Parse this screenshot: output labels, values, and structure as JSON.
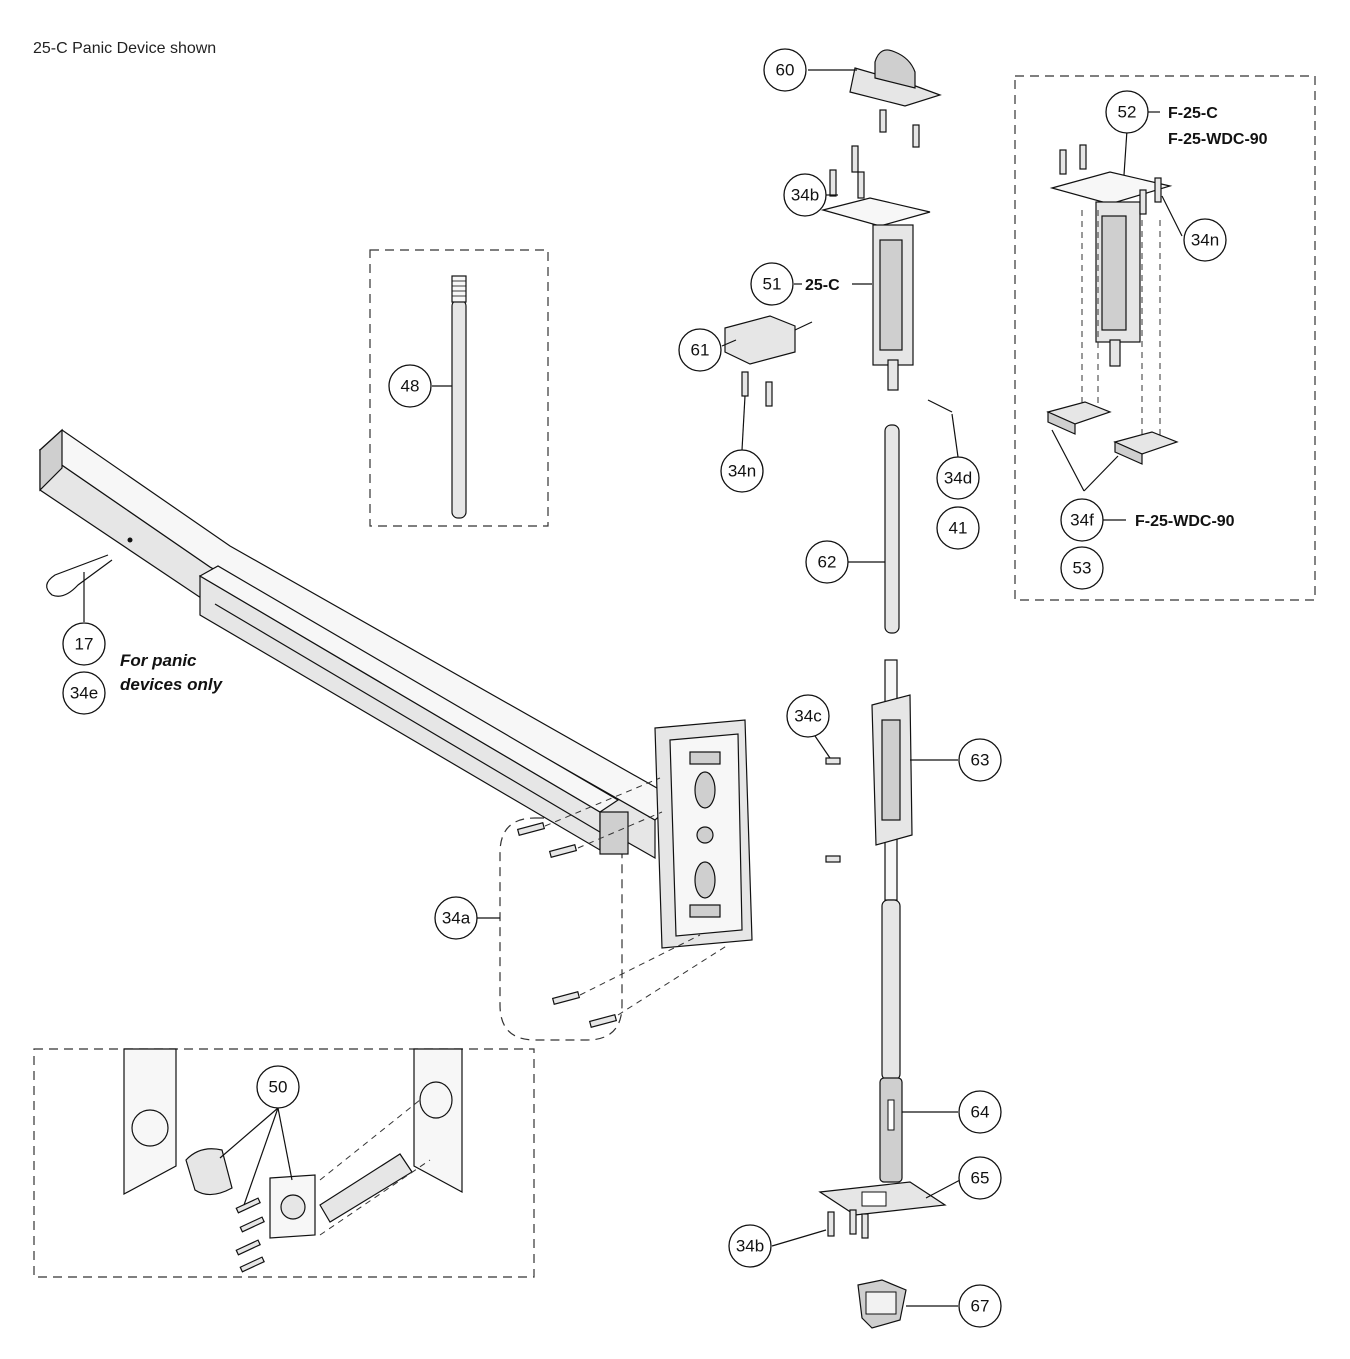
{
  "caption": "25-C Panic Device shown",
  "callouts": {
    "c60": "60",
    "c52": "52",
    "c34b_top": "34b",
    "c34n_right": "34n",
    "c51": "51",
    "c61": "61",
    "c48": "48",
    "c34n_left": "34n",
    "c34d": "34d",
    "c41": "41",
    "c34f": "34f",
    "c53": "53",
    "c62": "62",
    "c17": "17",
    "c34e": "34e",
    "c34c": "34c",
    "c63": "63",
    "c34a": "34a",
    "c50": "50",
    "c64": "64",
    "c65": "65",
    "c34b_bottom": "34b",
    "c67": "67"
  },
  "labels": {
    "f25c": "F-25-C",
    "f25wdc90_top": "F-25-WDC-90",
    "l25c": "25-C",
    "f25wdc90_bottom": "F-25-WDC-90",
    "note_line1": "For panic",
    "note_line2": "devices only"
  }
}
